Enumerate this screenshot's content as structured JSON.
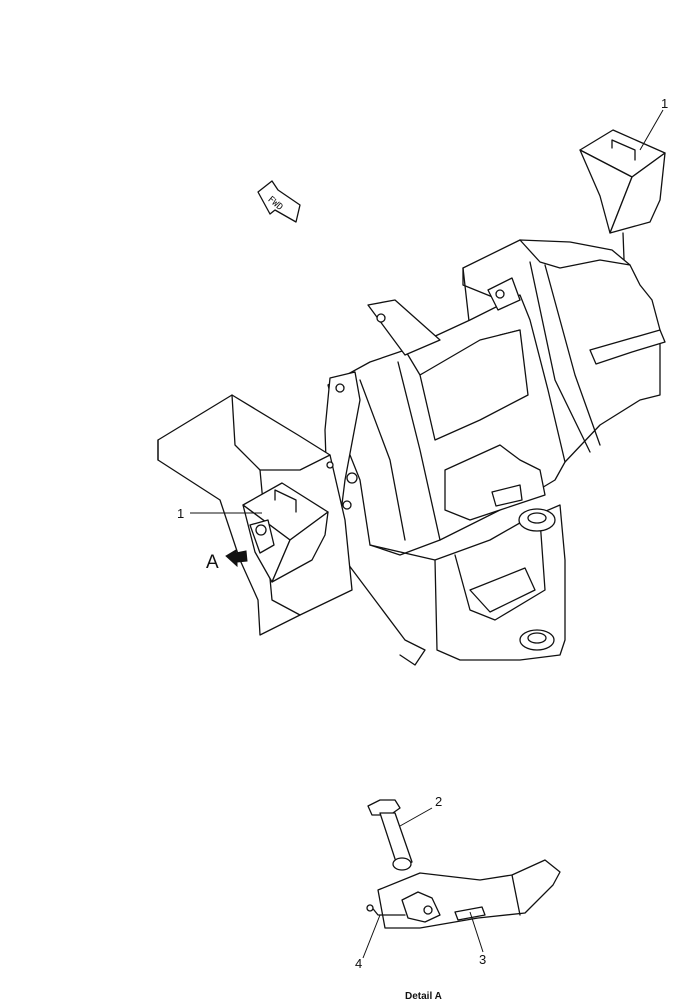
{
  "direction_arrow": {
    "label": "FWD"
  },
  "callouts": {
    "item_1_right": "1",
    "item_1_left": "1",
    "view_marker": "A",
    "item_2": "2",
    "item_3": "3",
    "item_4": "4"
  },
  "detail": {
    "caption": "Detail A"
  }
}
